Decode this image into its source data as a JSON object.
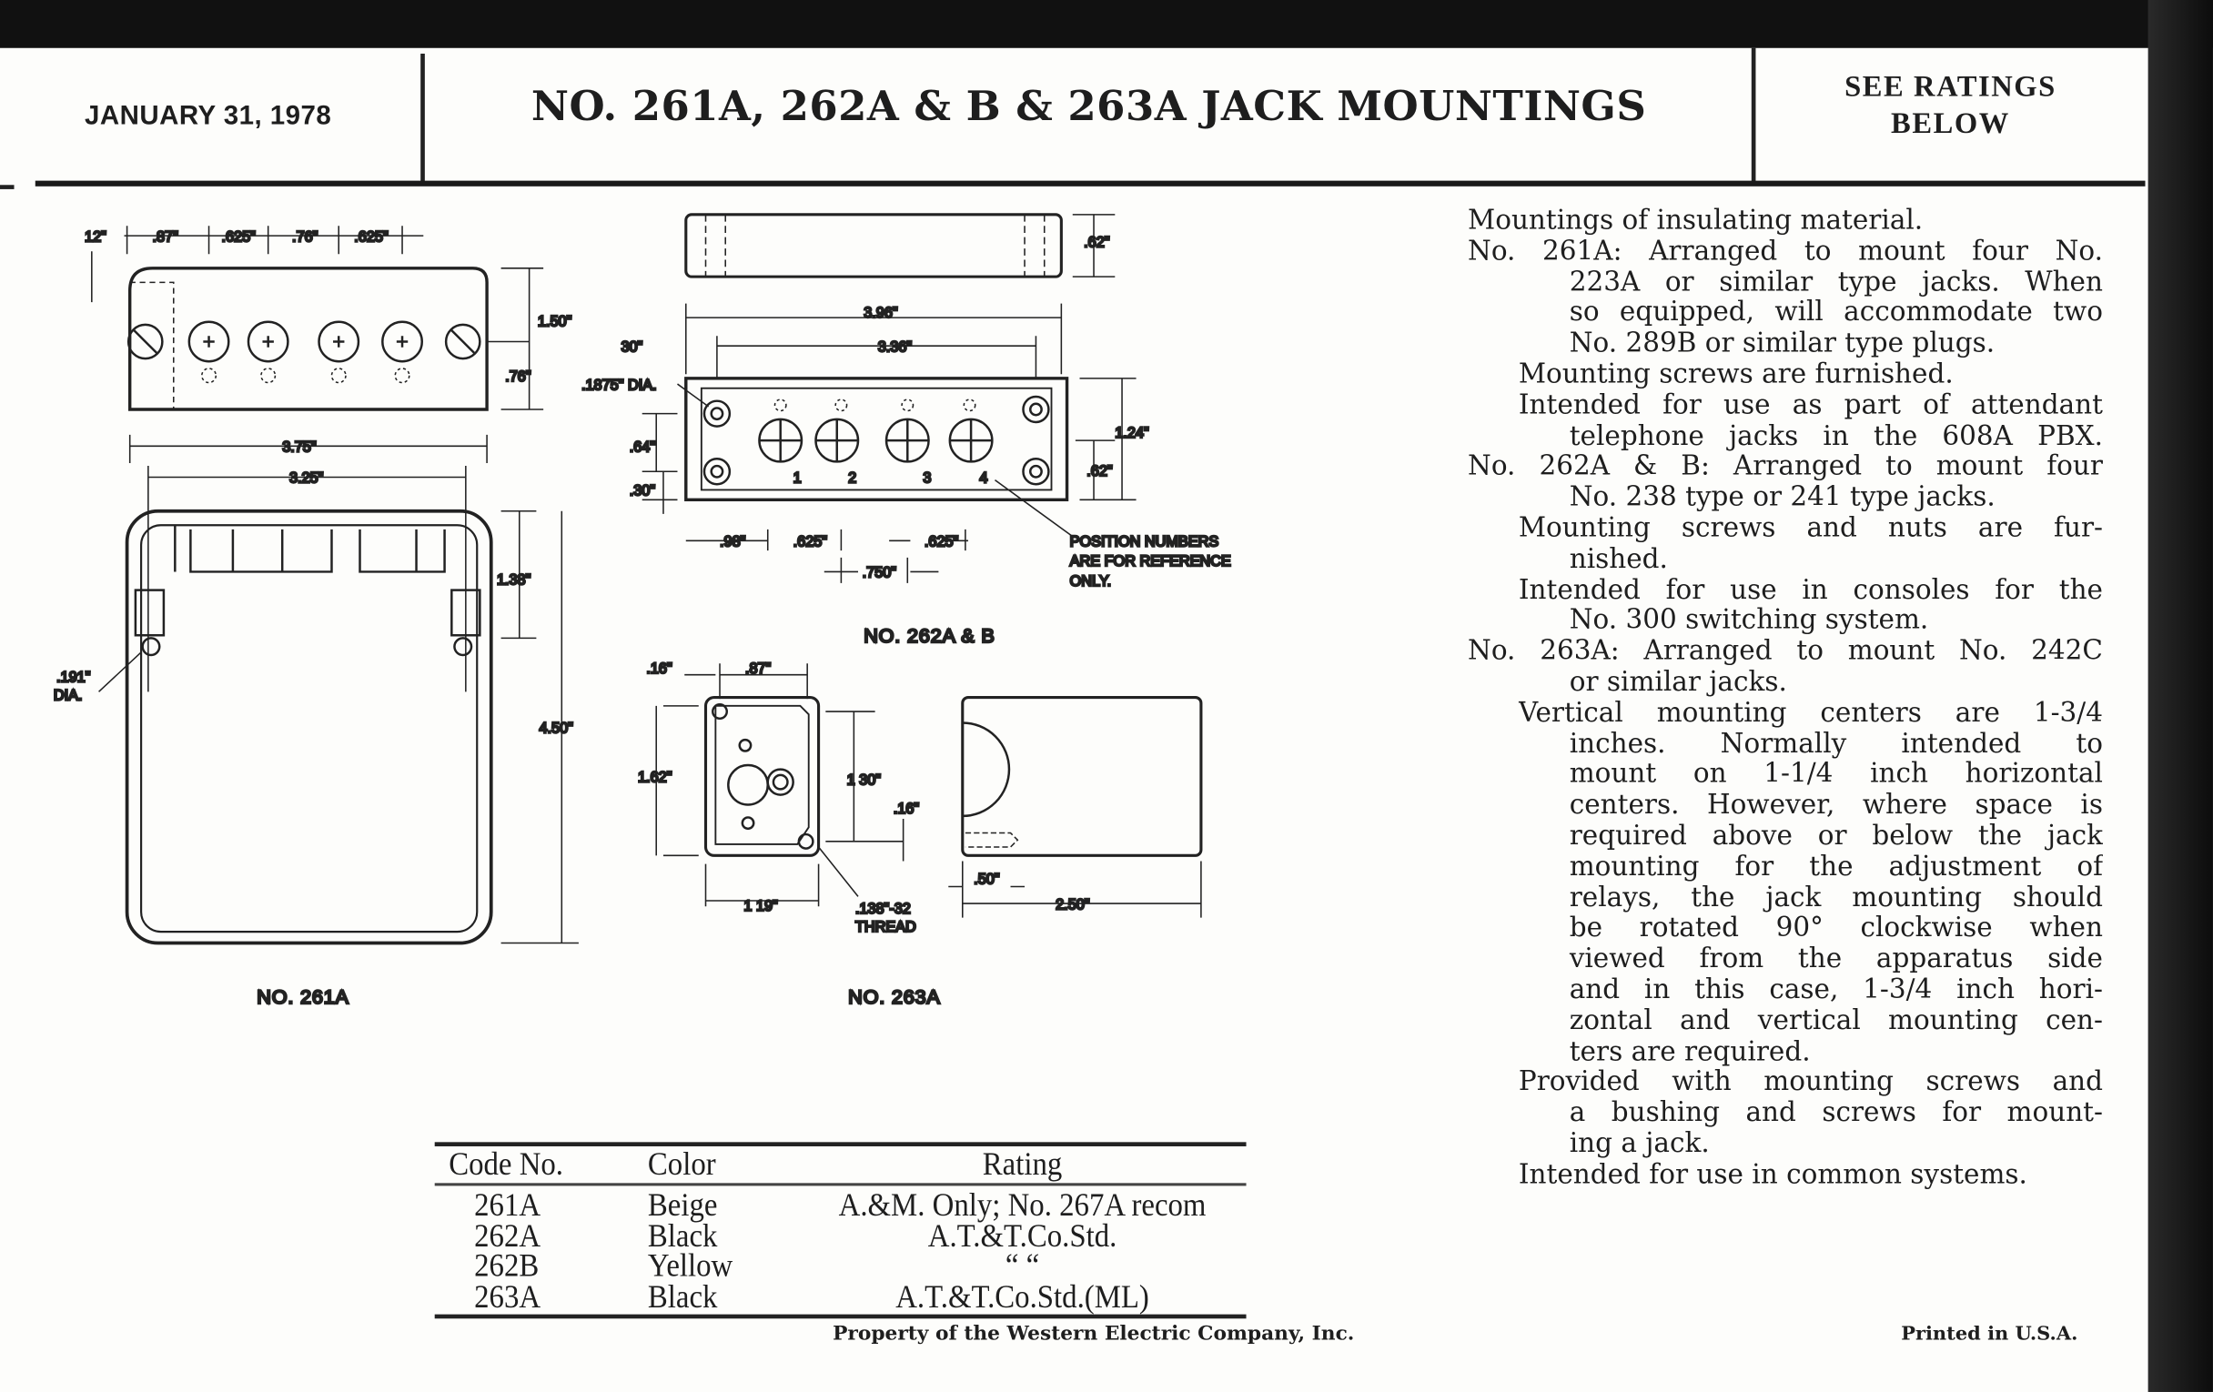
{
  "header": {
    "date": "JANUARY 31, 1978",
    "title": "NO. 261A, 262A & B & 263A JACK MOUNTINGS",
    "ratings_note": [
      "SEE RATINGS",
      "BELOW"
    ]
  },
  "drawings": {
    "no261a": {
      "label": "NO. 261A",
      "dims": [
        "12\"",
        ".87\"",
        ".625\"",
        ".76\"",
        ".625\"",
        "1.50\"",
        ".76\"",
        "3.75\"",
        "3.25\"",
        "1.38\"",
        "4.50\"",
        ".191\"",
        "DIA."
      ]
    },
    "no262ab": {
      "label": "NO. 262A & B",
      "dims": [
        ".62\"",
        "3.96\"",
        "3.36\"",
        "30\"",
        ".1875\" DIA.",
        ".64\"",
        ".30\"",
        "1.24\"",
        ".62\"",
        ".98\"",
        ".625\"",
        ".625\"",
        ".750\""
      ],
      "positions": [
        "1",
        "2",
        "3",
        "4"
      ],
      "note": [
        "POSITION NUMBERS",
        "ARE FOR REFERENCE",
        "ONLY."
      ]
    },
    "no263a": {
      "label": "NO. 263A",
      "dims": [
        ".16\"",
        ".87\"",
        "1.62\"",
        "1 30\"",
        ".16\"",
        "1 19\"",
        ".138\"-32",
        "THREAD",
        ".50\"",
        "2.50\""
      ]
    }
  },
  "description": [
    {
      "t": "Mountings of insulating material.",
      "l": 0,
      "j": false
    },
    {
      "t": "No. 261A:  Arranged to mount four No.",
      "l": 0,
      "j": true
    },
    {
      "t": "223A or similar type jacks. When",
      "l": 2,
      "j": true
    },
    {
      "t": "so equipped, will accommodate two",
      "l": 2,
      "j": true
    },
    {
      "t": "No. 289B or similar type plugs.",
      "l": 2,
      "j": false
    },
    {
      "t": "Mounting screws are furnished.",
      "l": 1,
      "j": false
    },
    {
      "t": "Intended for use as part of attendant",
      "l": 1,
      "j": true
    },
    {
      "t": "telephone jacks in the 608A PBX.",
      "l": 2,
      "j": true
    },
    {
      "t": "No. 262A & B:  Arranged to mount four",
      "l": 0,
      "j": true
    },
    {
      "t": "No. 238 type or 241 type jacks.",
      "l": 2,
      "j": false
    },
    {
      "t": "Mounting screws and nuts are fur-",
      "l": 1,
      "j": true
    },
    {
      "t": "nished.",
      "l": 2,
      "j": false
    },
    {
      "t": "Intended for use in consoles for the",
      "l": 1,
      "j": true
    },
    {
      "t": "No. 300 switching system.",
      "l": 2,
      "j": false
    },
    {
      "t": "No. 263A:  Arranged to mount No. 242C",
      "l": 0,
      "j": true
    },
    {
      "t": "or similar jacks.",
      "l": 2,
      "j": false
    },
    {
      "t": "Vertical mounting centers are 1-3/4",
      "l": 1,
      "j": true
    },
    {
      "t": "inches.  Normally intended to",
      "l": 2,
      "j": true
    },
    {
      "t": "mount on 1-1/4 inch horizontal",
      "l": 2,
      "j": true
    },
    {
      "t": "centers. However, where space is",
      "l": 2,
      "j": true
    },
    {
      "t": "required above or below the jack",
      "l": 2,
      "j": true
    },
    {
      "t": "mounting for the adjustment of",
      "l": 2,
      "j": true
    },
    {
      "t": "relays, the jack mounting should",
      "l": 2,
      "j": true
    },
    {
      "t": "be rotated 90° clockwise when",
      "l": 2,
      "j": true
    },
    {
      "t": "viewed from the apparatus side",
      "l": 2,
      "j": true
    },
    {
      "t": "and in this case, 1-3/4 inch hori-",
      "l": 2,
      "j": true
    },
    {
      "t": "zontal and vertical mounting cen-",
      "l": 2,
      "j": true
    },
    {
      "t": "ters are required.",
      "l": 2,
      "j": false
    },
    {
      "t": "Provided with mounting screws and",
      "l": 1,
      "j": true
    },
    {
      "t": "a bushing and screws for mount-",
      "l": 2,
      "j": true
    },
    {
      "t": "ing a jack.",
      "l": 2,
      "j": false
    },
    {
      "t": "Intended for use in common systems.",
      "l": 1,
      "j": false
    }
  ],
  "table": {
    "headers": [
      "Code No.",
      "Color",
      "Rating"
    ],
    "rows": [
      [
        "261A",
        "Beige",
        "A.&M. Only; No. 267A recom"
      ],
      [
        "262A",
        "Black",
        "A.T.&T.Co.Std."
      ],
      [
        "262B",
        "Yellow",
        "“        “"
      ],
      [
        "263A",
        "Black",
        "A.T.&T.Co.Std.(ML)"
      ]
    ]
  },
  "footer": {
    "property": "Property of the Western Electric Company, Inc.",
    "printed": "Printed in U.S.A."
  }
}
